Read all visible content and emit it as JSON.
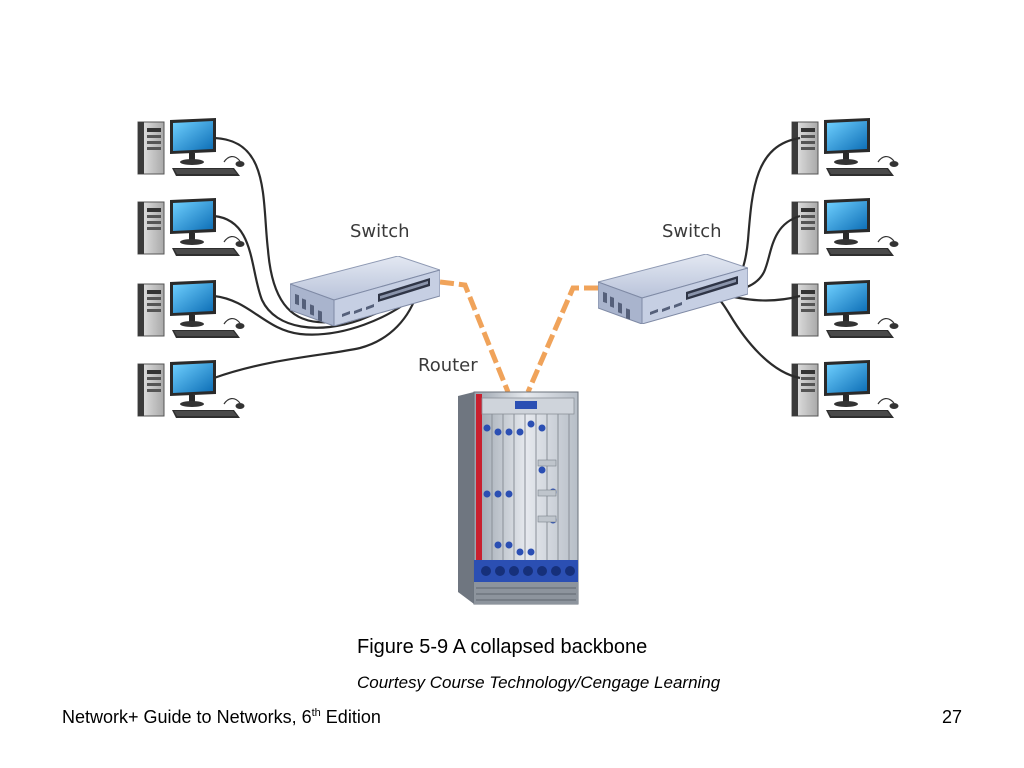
{
  "diagram": {
    "switch_left_label": "Switch",
    "switch_right_label": "Switch",
    "router_label": "Router",
    "left_computers": 4,
    "right_computers": 4,
    "colors": {
      "cable": "#2b2b2b",
      "backbone": "#f0a35a",
      "switch_body": "#c7d0e3",
      "router_red": "#c8202f",
      "router_blue": "#2b4fb3",
      "monitor_screen": "#1f8fd4"
    },
    "icons": [
      "desktop-computer-icon",
      "network-switch-icon",
      "router-chassis-icon"
    ]
  },
  "caption": {
    "figure": "Figure 5-9 A collapsed backbone",
    "courtesy": "Courtesy Course Technology/Cengage Learning"
  },
  "footer": {
    "title_prefix": "Network+ Guide to Networks, 6",
    "title_sup": "th",
    "title_suffix": " Edition",
    "page_number": "27"
  }
}
